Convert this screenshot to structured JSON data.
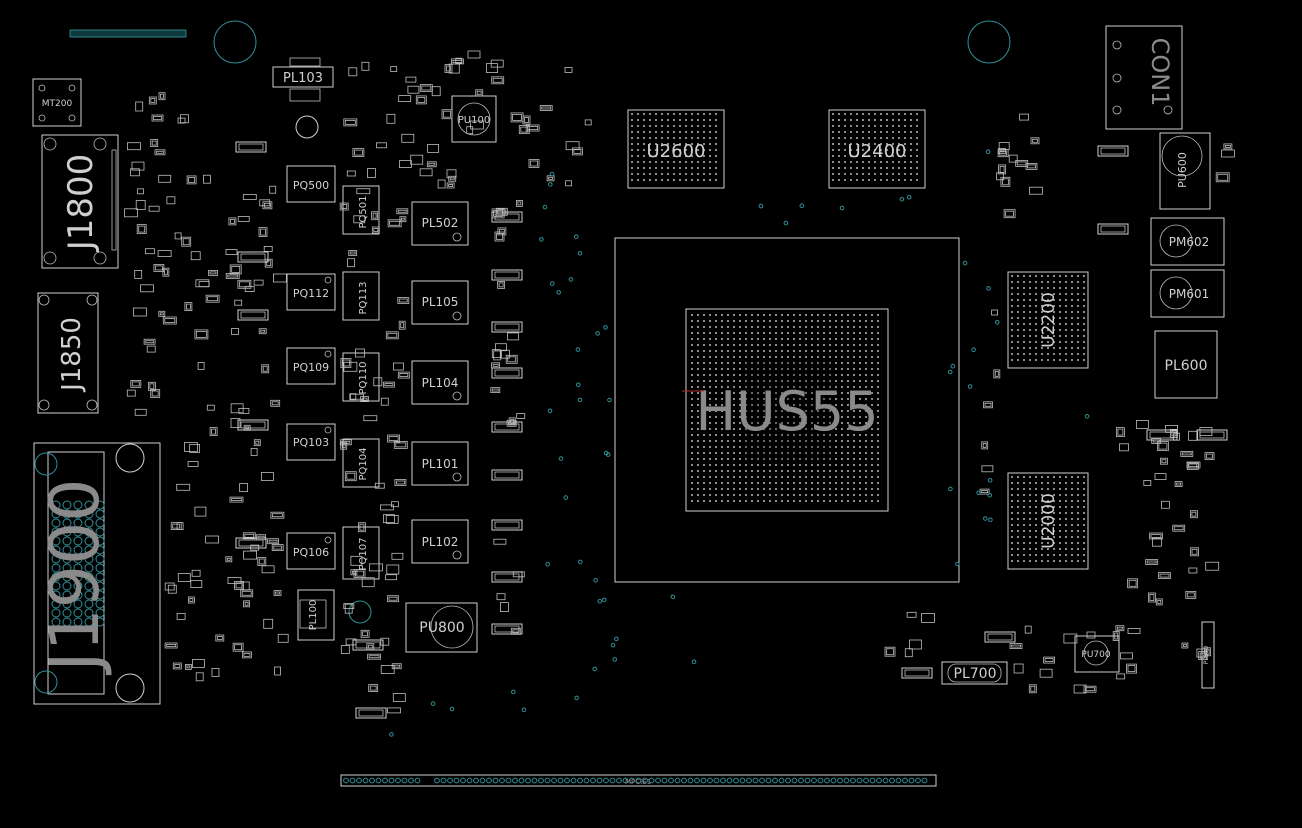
{
  "colors": {
    "background": "#000000",
    "outline": "#cfcfcf",
    "via": "#2f8f96",
    "text": "#d0d0d0"
  },
  "labels": {
    "mt200": "MT200",
    "j1800": "J1800",
    "j1850": "J1850",
    "j1900": "J1900",
    "pl103": "PL103",
    "pu100": "PU100",
    "pq500": "PQ500",
    "pq501": "PQ501",
    "pl502": "PL502",
    "pq112": "PQ112",
    "pq113": "PQ113",
    "pl105": "PL105",
    "pq109": "PQ109",
    "pq110": "PQ110",
    "pl104": "PL104",
    "pq103": "PQ103",
    "pq104": "PQ104",
    "pl101": "PL101",
    "pq106": "PQ106",
    "pq107": "PQ107",
    "pl102": "PL102",
    "pl100": "PL100",
    "pu800": "PU800",
    "u2600": "U2600",
    "u2400": "U2400",
    "u2200": "U2200",
    "u2000": "U2000",
    "main_chip": "HUS55",
    "con1": "CON1",
    "pu600": "PU600",
    "pm602": "PM602",
    "pm601": "PM601",
    "pl600": "PL600",
    "pl700": "PL700",
    "pu700": "PU700",
    "pcie": "MPCIE1",
    "pl500": "PL500"
  }
}
